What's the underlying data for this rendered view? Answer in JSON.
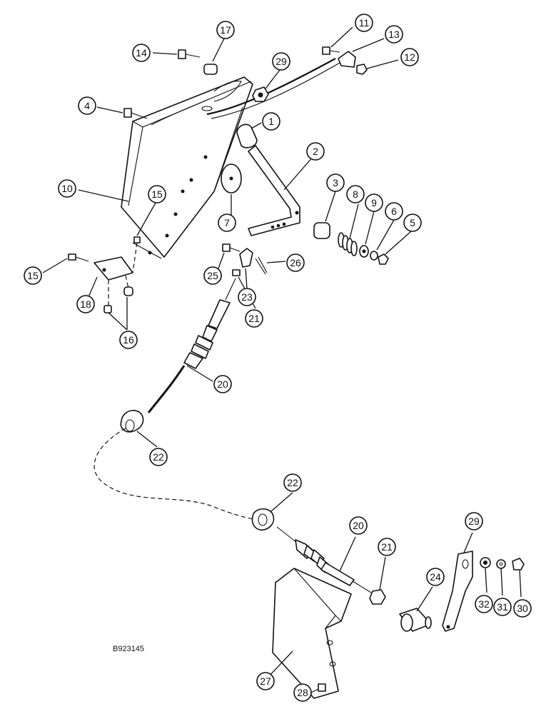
{
  "figure_id": "B923145",
  "callouts": [
    {
      "id": "c17",
      "label": "17"
    },
    {
      "id": "c14",
      "label": "14"
    },
    {
      "id": "c29a",
      "label": "29"
    },
    {
      "id": "c11",
      "label": "11"
    },
    {
      "id": "c13",
      "label": "13"
    },
    {
      "id": "c12",
      "label": "12"
    },
    {
      "id": "c4",
      "label": "4"
    },
    {
      "id": "c1",
      "label": "1"
    },
    {
      "id": "c2",
      "label": "2"
    },
    {
      "id": "c10",
      "label": "10"
    },
    {
      "id": "c15a",
      "label": "15"
    },
    {
      "id": "c3",
      "label": "3"
    },
    {
      "id": "c8",
      "label": "8"
    },
    {
      "id": "c9",
      "label": "9"
    },
    {
      "id": "c6",
      "label": "6"
    },
    {
      "id": "c5",
      "label": "5"
    },
    {
      "id": "c7",
      "label": "7"
    },
    {
      "id": "c15b",
      "label": "15"
    },
    {
      "id": "c26",
      "label": "26"
    },
    {
      "id": "c25",
      "label": "25"
    },
    {
      "id": "c23",
      "label": "23"
    },
    {
      "id": "c18",
      "label": "18"
    },
    {
      "id": "c21a",
      "label": "21"
    },
    {
      "id": "c16",
      "label": "16"
    },
    {
      "id": "c20a",
      "label": "20"
    },
    {
      "id": "c22a",
      "label": "22"
    },
    {
      "id": "c22b",
      "label": "22"
    },
    {
      "id": "c29b",
      "label": "29"
    },
    {
      "id": "c20b",
      "label": "20"
    },
    {
      "id": "c21b",
      "label": "21"
    },
    {
      "id": "c24",
      "label": "24"
    },
    {
      "id": "c32",
      "label": "32"
    },
    {
      "id": "c31",
      "label": "31"
    },
    {
      "id": "c30",
      "label": "30"
    },
    {
      "id": "c27",
      "label": "27"
    },
    {
      "id": "c28",
      "label": "28"
    }
  ]
}
